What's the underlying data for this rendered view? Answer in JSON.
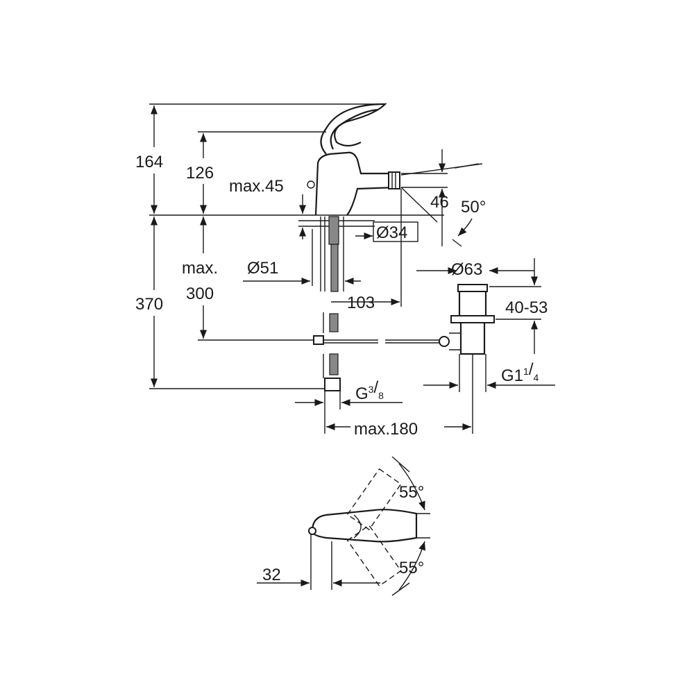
{
  "dimensions": {
    "total_height": "164",
    "spout_height": "126",
    "lever_clearance": "max.45",
    "spout_outlet": "46",
    "spout_angle": "50°",
    "hole_diameter": "Ø34",
    "max_depth_line1": "max.",
    "max_depth_line2": "300",
    "base_diameter": "Ø51",
    "total_depth": "370",
    "spout_reach": "103",
    "waste_diameter": "Ø63",
    "waste_range": "40-53",
    "waste_thread_main": "G1",
    "waste_thread_num": "1",
    "waste_thread_den": "4",
    "supply_thread_main": "G",
    "supply_thread_num": "3",
    "supply_thread_den": "8",
    "waste_offset": "max.180",
    "lever_angle_up": "55°",
    "lever_angle_down": "55°",
    "lever_offset": "32"
  }
}
